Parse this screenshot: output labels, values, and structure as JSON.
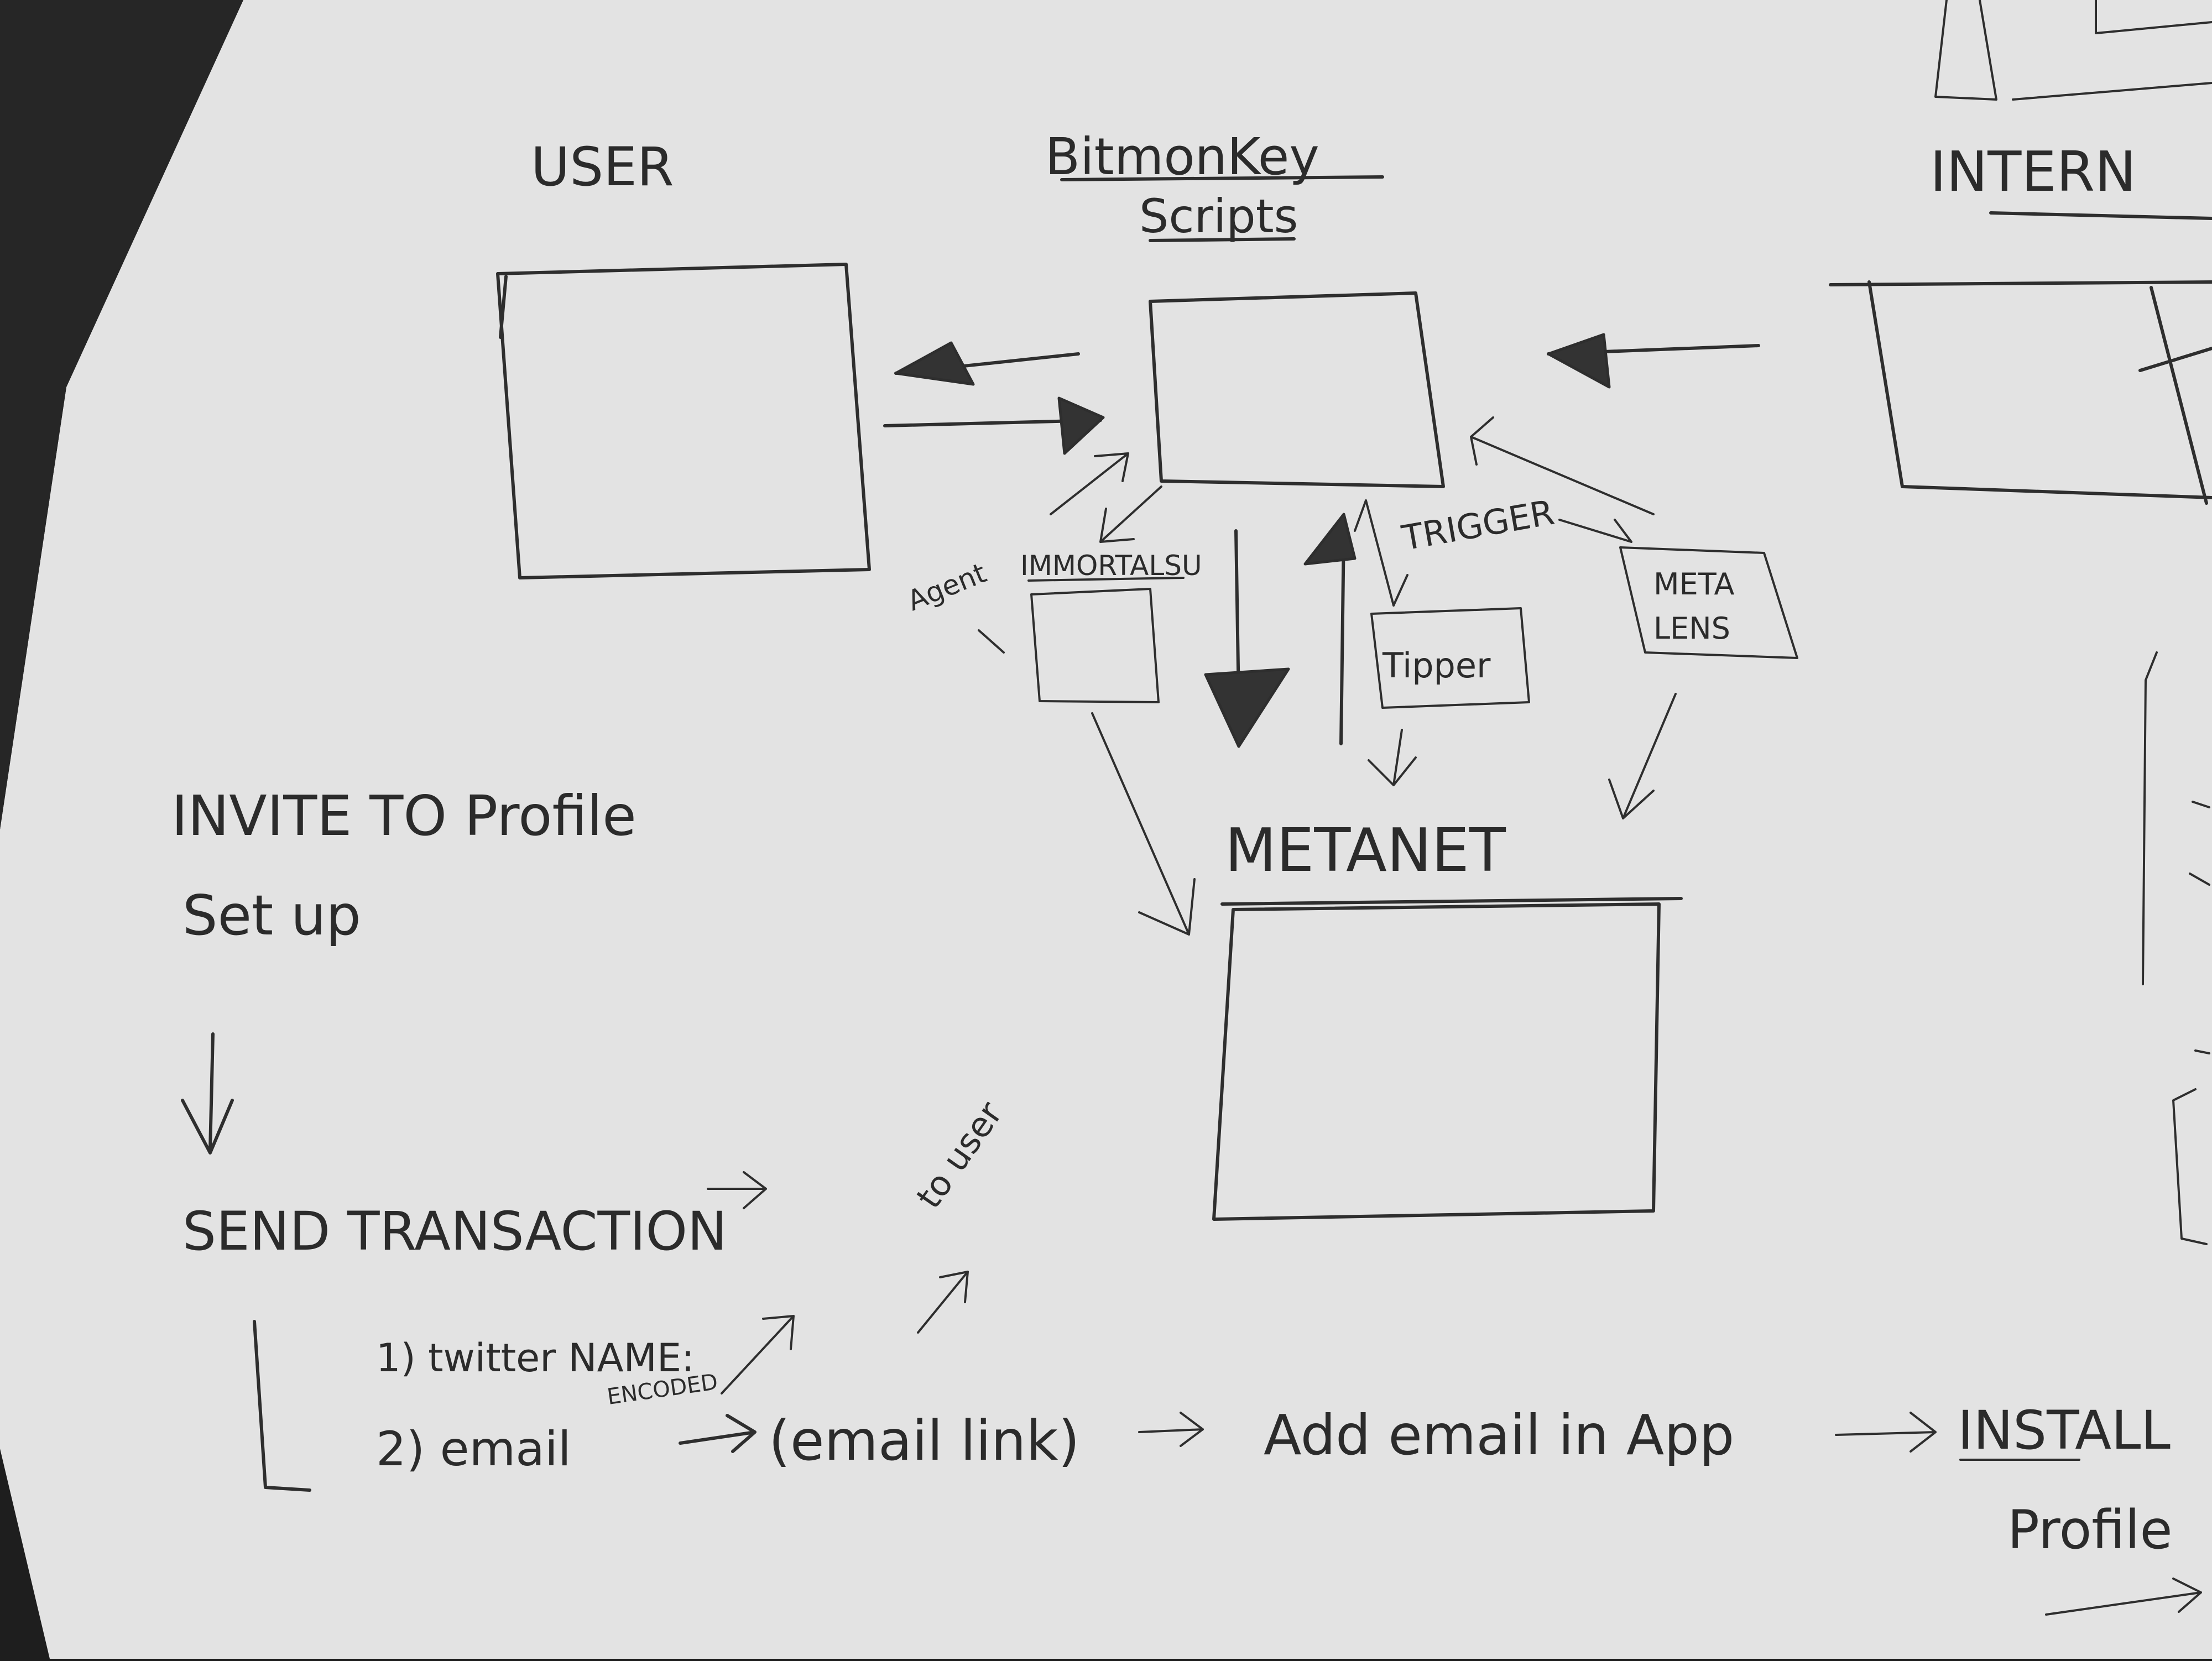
{
  "columns": {
    "user": "USER",
    "bitmonkey_line1": "BitmonKey",
    "bitmonkey_line2": "Scripts",
    "internet": "INTERN"
  },
  "components": {
    "agent": "Agent",
    "immortalsu": "IMMORTALSU",
    "trigger": "TRIGGER",
    "tipper": "Tipper",
    "metalens_line1": "META",
    "metalens_line2": "LENS",
    "metanet": "METANET"
  },
  "flow": {
    "invite_line1": "INVITE TO Profile",
    "invite_line2": "Set up",
    "send_transaction": "SEND TRANSACTION",
    "to_user": "to user",
    "twitter_name": "1) twitter NAME:",
    "email": "2) email",
    "encoded": "ENCODED",
    "email_link": "(email link)",
    "add_email": "Add email in App",
    "install": "INSTALL",
    "profile": "Profile"
  }
}
